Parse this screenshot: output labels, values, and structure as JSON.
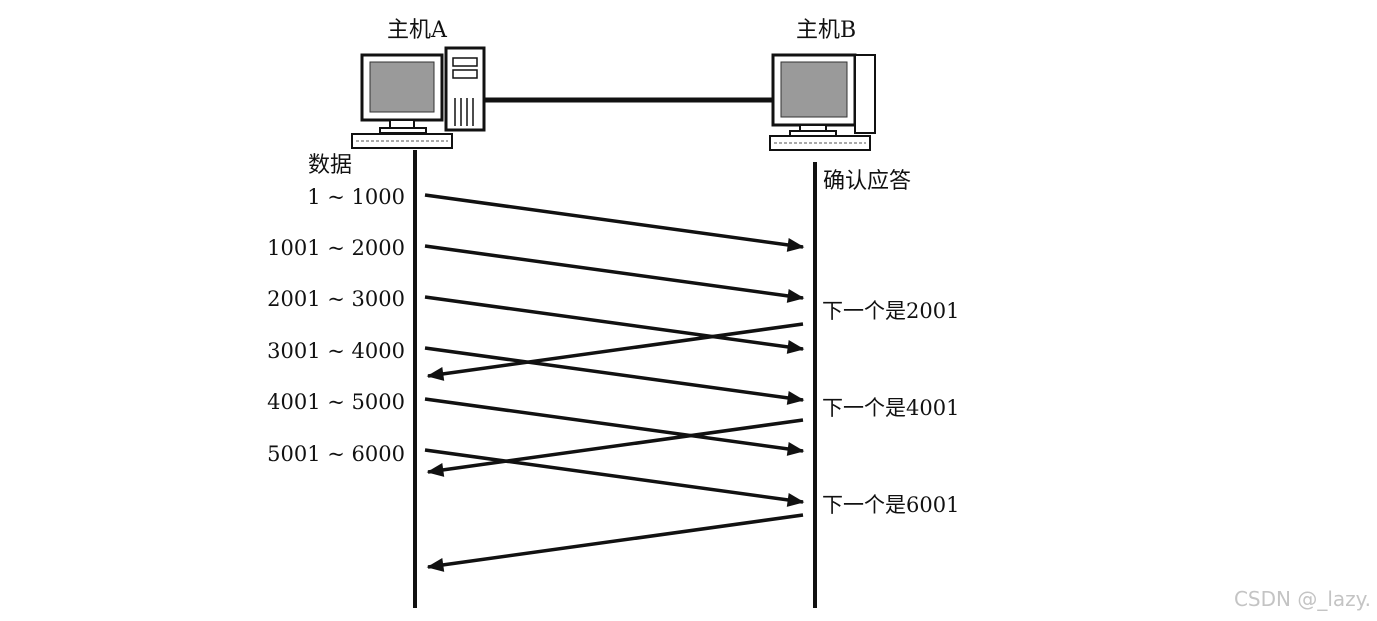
{
  "diagram": {
    "host_a_label": "主机A",
    "host_b_label": "主机B",
    "sender_column_label": "数据",
    "receiver_column_label": "确认应答",
    "data_segments": [
      "1 ~ 1000",
      "1001 ~ 2000",
      "2001 ~ 3000",
      "3001 ~ 4000",
      "4001 ~ 5000",
      "5001 ~ 6000"
    ],
    "ack_labels": [
      "下一个是2001",
      "下一个是4001",
      "下一个是6001"
    ]
  },
  "watermark": "CSDN @_lazy."
}
